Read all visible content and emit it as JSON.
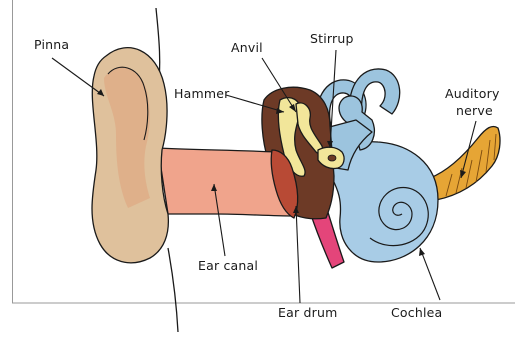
{
  "labels": {
    "pinna": "Pinna",
    "anvil": "Anvil",
    "stirrup": "Stirrup",
    "hammer": "Hammer",
    "auditory_nerve_line1": "Auditory",
    "auditory_nerve_line2": "nerve",
    "ear_canal": "Ear canal",
    "ear_drum": "Ear drum",
    "cochlea": "Cochlea"
  },
  "colors": {
    "pinna": "#dfc19c",
    "pinna_inner": "#dea27c",
    "ear_canal": "#f0a48c",
    "ear_drum": "#b84a35",
    "middle_ear_bone": "#6d3a26",
    "ossicles": "#f2e69a",
    "semicircular_canals": "#9cc4de",
    "cochlea": "#a8cce6",
    "auditory_nerve": "#e6a535",
    "eustachian_tube": "#e4457a",
    "background": "#ffffff"
  }
}
